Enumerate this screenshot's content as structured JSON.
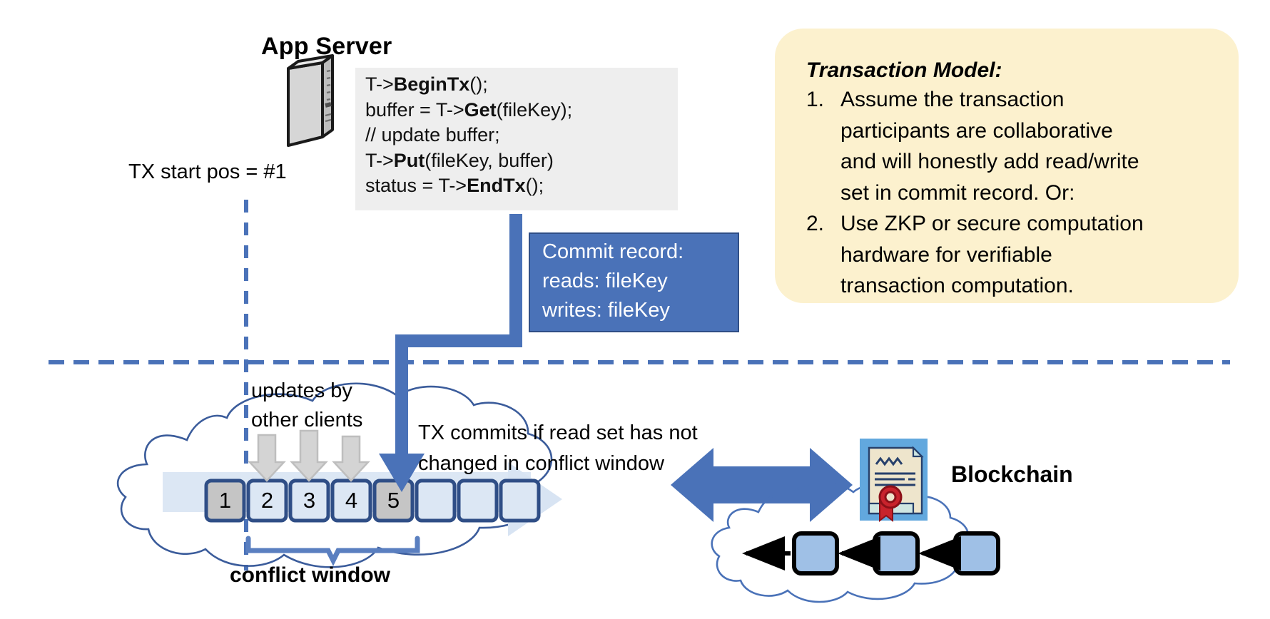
{
  "app_server": {
    "title": "App Server",
    "icon": "server-tower-icon",
    "code_lines": [
      [
        {
          "t": "T->",
          "b": false
        },
        {
          "t": "BeginTx",
          "b": true
        },
        {
          "t": "();",
          "b": false
        }
      ],
      [
        {
          "t": "buffer = T->",
          "b": false
        },
        {
          "t": "Get",
          "b": true
        },
        {
          "t": "(fileKey);",
          "b": false
        }
      ],
      [
        {
          "t": "// update buffer;",
          "b": false
        }
      ],
      [
        {
          "t": "T->",
          "b": false
        },
        {
          "t": "Put",
          "b": true
        },
        {
          "t": "(fileKey, buffer)",
          "b": false
        }
      ],
      [
        {
          "t": "status = T->",
          "b": false
        },
        {
          "t": "EndTx",
          "b": true
        },
        {
          "t": "();",
          "b": false
        }
      ]
    ]
  },
  "tx_start_pos": "TX start pos = #1",
  "commit_record": {
    "title": "Commit record:",
    "reads": "reads: fileKey",
    "writes": "writes: fileKey"
  },
  "transaction_model": {
    "title": "Transaction Model:",
    "items": [
      {
        "num": "1.",
        "lines": [
          "Assume the transaction",
          "participants are collaborative",
          "and will honestly add read/write",
          "set in commit record.  Or:"
        ]
      },
      {
        "num": "2.",
        "lines": [
          "Use ZKP or secure computation",
          "hardware for verifiable",
          "transaction computation."
        ]
      }
    ]
  },
  "labels": {
    "updates_by_other_clients": [
      "updates by",
      "other clients"
    ],
    "tx_commits": [
      "TX commits if read set has not",
      "changed in conflict window"
    ],
    "conflict_window": "conflict window",
    "blockchain": "Blockchain"
  },
  "ledger": {
    "blocks": [
      {
        "num": "1",
        "filled": true
      },
      {
        "num": "2",
        "filled": false
      },
      {
        "num": "3",
        "filled": false
      },
      {
        "num": "4",
        "filled": false
      },
      {
        "num": "5",
        "filled": true
      },
      {
        "num": "",
        "filled": false
      },
      {
        "num": "",
        "filled": false
      },
      {
        "num": "",
        "filled": false
      }
    ],
    "update_arrow_count": 3,
    "commit_target_block": "5"
  },
  "blockchain": {
    "chain_block_count": 3,
    "certificate_icon": "certificate-seal-icon",
    "cloud_icon": "cloud-icon",
    "sync_arrow": "double-headed-arrow-icon"
  },
  "colors": {
    "accent_blue": "#4A72B8",
    "dark_blue_outline": "#2F4E86",
    "block_fill": "#DCE7F4",
    "block_filled_gray": "#C5C5C5",
    "callout_yellow": "#FCF1CE",
    "code_bg": "#EEEEEE",
    "gray_arrow": "#D4D4D4",
    "cert_blue": "#62A8DE",
    "seal_red": "#C8232C"
  }
}
